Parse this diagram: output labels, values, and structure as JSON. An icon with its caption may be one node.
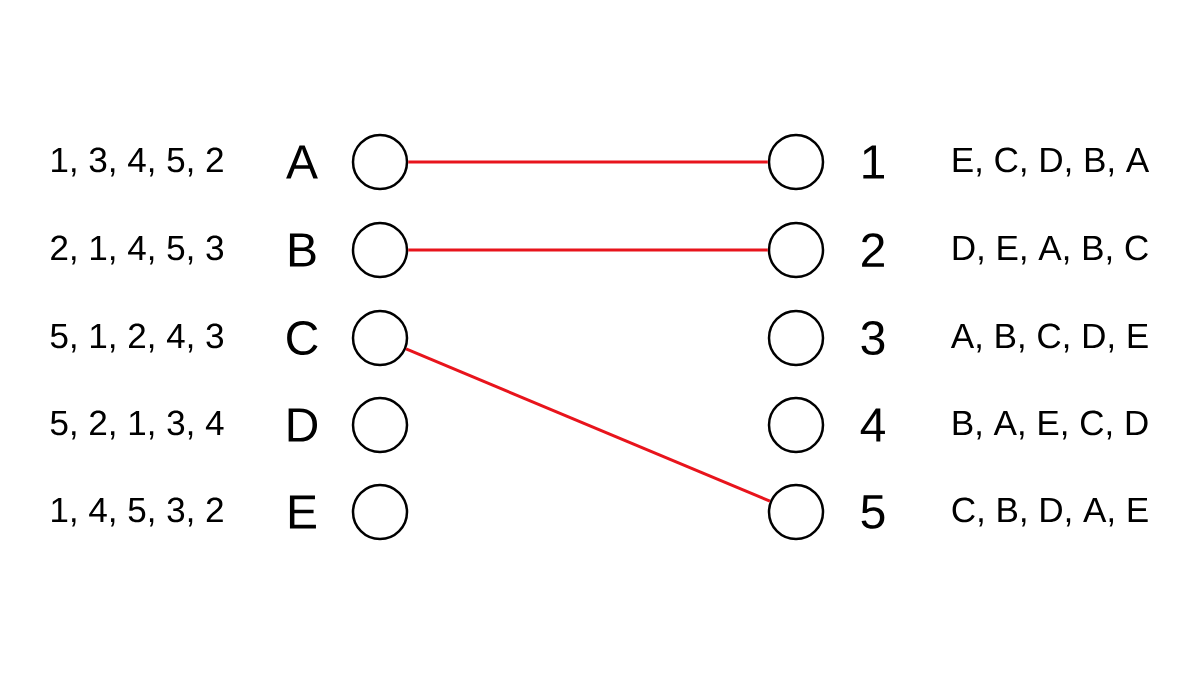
{
  "diagram": {
    "nodes": [
      {
        "text": [],
        "shape": "circle",
        "beside": [
          "1, 3, 4, 5, 2",
          "A"
        ]
      },
      {
        "text": [],
        "shape": "circle",
        "beside": [
          "2, 1, 4, 5, 3",
          "B"
        ]
      },
      {
        "text": [],
        "shape": "circle",
        "beside": [
          "5, 1, 2, 4, 3",
          "C"
        ]
      },
      {
        "text": [],
        "shape": "circle",
        "beside": [
          "5, 2, 1, 3, 4",
          "D"
        ]
      },
      {
        "text": [],
        "shape": "circle",
        "beside": [
          "1, 4, 5, 3, 2",
          "E"
        ]
      },
      {
        "text": [],
        "shape": "circle",
        "beside": [
          "1",
          "E, C, D, B, A"
        ]
      },
      {
        "text": [],
        "shape": "circle",
        "beside": [
          "2",
          "D, E, A, B, C"
        ]
      },
      {
        "text": [],
        "shape": "circle",
        "beside": [
          "3",
          "A, B, C, D, E"
        ]
      },
      {
        "text": [],
        "shape": "circle",
        "beside": [
          "4",
          "B, A, E, C, D"
        ]
      },
      {
        "text": [],
        "shape": "circle",
        "beside": [
          "5",
          "C, B, D, A, E"
        ]
      }
    ],
    "edges": [
      {
        "from": 0,
        "to": 5,
        "arrow": "none"
      },
      {
        "from": 1,
        "to": 6,
        "arrow": "none"
      },
      {
        "from": 2,
        "to": 9,
        "arrow": "none"
      }
    ]
  }
}
